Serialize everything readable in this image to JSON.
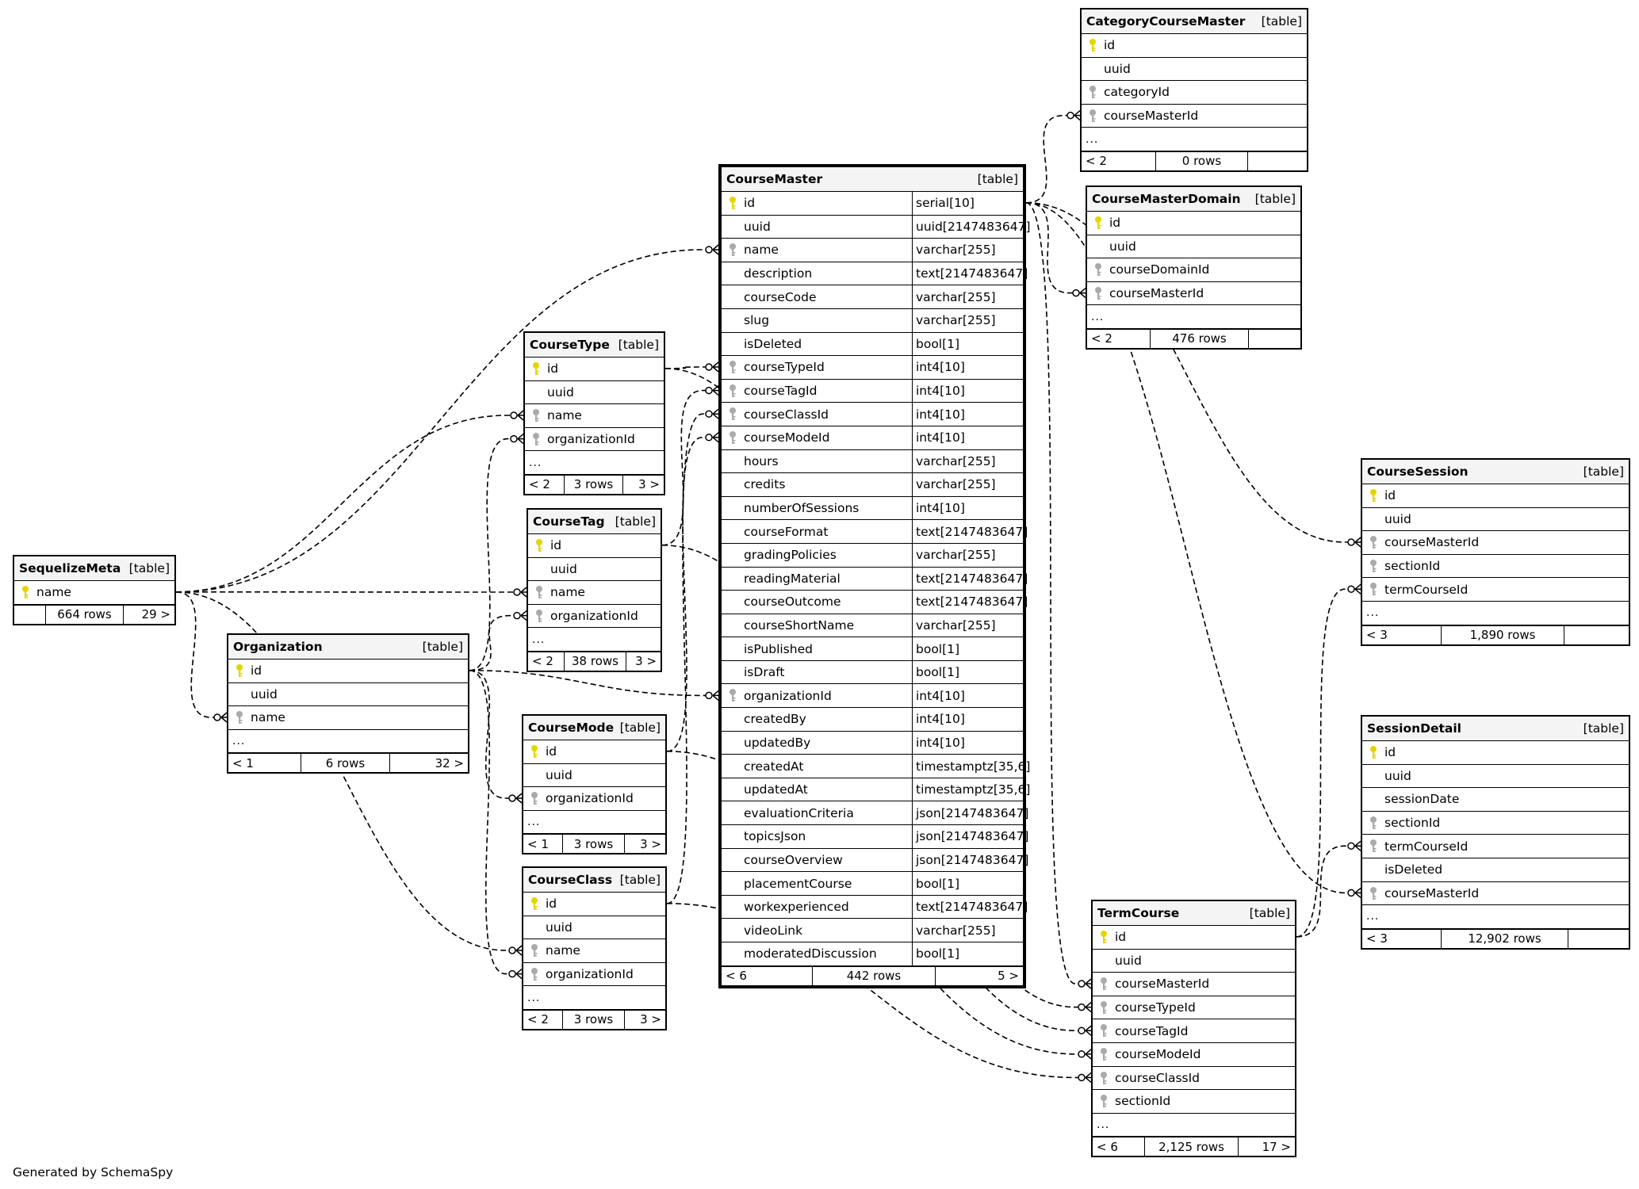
{
  "footer_text": "Generated by SchemaSpy",
  "colors": {
    "primary_key": "#e6d400",
    "foreign_key": "#aaaaaa",
    "header_bg": "#f4f4f4"
  },
  "tables": {
    "CategoryCourseMaster": {
      "name": "CategoryCourseMaster",
      "type": "[table]",
      "columns": [
        {
          "name": "id",
          "key": "pk"
        },
        {
          "name": "uuid",
          "key": ""
        },
        {
          "name": "categoryId",
          "key": "fk"
        },
        {
          "name": "courseMasterId",
          "key": "fk"
        }
      ],
      "more": "...",
      "footer": [
        "< 2",
        "0 rows",
        ""
      ]
    },
    "CourseMasterDomain": {
      "name": "CourseMasterDomain",
      "type": "[table]",
      "columns": [
        {
          "name": "id",
          "key": "pk"
        },
        {
          "name": "uuid",
          "key": ""
        },
        {
          "name": "courseDomainId",
          "key": "fk"
        },
        {
          "name": "courseMasterId",
          "key": "fk"
        }
      ],
      "more": "...",
      "footer": [
        "< 2",
        "476 rows",
        ""
      ]
    },
    "CourseMaster": {
      "name": "CourseMaster",
      "type": "[table]",
      "columns": [
        {
          "name": "id",
          "datatype": "serial[10]",
          "key": "pk"
        },
        {
          "name": "uuid",
          "datatype": "uuid[2147483647]",
          "key": ""
        },
        {
          "name": "name",
          "datatype": "varchar[255]",
          "key": "fk"
        },
        {
          "name": "description",
          "datatype": "text[2147483647]",
          "key": ""
        },
        {
          "name": "courseCode",
          "datatype": "varchar[255]",
          "key": ""
        },
        {
          "name": "slug",
          "datatype": "varchar[255]",
          "key": ""
        },
        {
          "name": "isDeleted",
          "datatype": "bool[1]",
          "key": ""
        },
        {
          "name": "courseTypeId",
          "datatype": "int4[10]",
          "key": "fk"
        },
        {
          "name": "courseTagId",
          "datatype": "int4[10]",
          "key": "fk"
        },
        {
          "name": "courseClassId",
          "datatype": "int4[10]",
          "key": "fk"
        },
        {
          "name": "courseModeId",
          "datatype": "int4[10]",
          "key": "fk"
        },
        {
          "name": "hours",
          "datatype": "varchar[255]",
          "key": ""
        },
        {
          "name": "credits",
          "datatype": "varchar[255]",
          "key": ""
        },
        {
          "name": "numberOfSessions",
          "datatype": "int4[10]",
          "key": ""
        },
        {
          "name": "courseFormat",
          "datatype": "text[2147483647]",
          "key": ""
        },
        {
          "name": "gradingPolicies",
          "datatype": "varchar[255]",
          "key": ""
        },
        {
          "name": "readingMaterial",
          "datatype": "text[2147483647]",
          "key": ""
        },
        {
          "name": "courseOutcome",
          "datatype": "text[2147483647]",
          "key": ""
        },
        {
          "name": "courseShortName",
          "datatype": "varchar[255]",
          "key": ""
        },
        {
          "name": "isPublished",
          "datatype": "bool[1]",
          "key": ""
        },
        {
          "name": "isDraft",
          "datatype": "bool[1]",
          "key": ""
        },
        {
          "name": "organizationId",
          "datatype": "int4[10]",
          "key": "fk"
        },
        {
          "name": "createdBy",
          "datatype": "int4[10]",
          "key": ""
        },
        {
          "name": "updatedBy",
          "datatype": "int4[10]",
          "key": ""
        },
        {
          "name": "createdAt",
          "datatype": "timestamptz[35,6]",
          "key": ""
        },
        {
          "name": "updatedAt",
          "datatype": "timestamptz[35,6]",
          "key": ""
        },
        {
          "name": "evaluationCriteria",
          "datatype": "json[2147483647]",
          "key": ""
        },
        {
          "name": "topicsJson",
          "datatype": "json[2147483647]",
          "key": ""
        },
        {
          "name": "courseOverview",
          "datatype": "json[2147483647]",
          "key": ""
        },
        {
          "name": "placementCourse",
          "datatype": "bool[1]",
          "key": ""
        },
        {
          "name": "workexperienced",
          "datatype": "text[2147483647]",
          "key": ""
        },
        {
          "name": "videoLink",
          "datatype": "varchar[255]",
          "key": ""
        },
        {
          "name": "moderatedDiscussion",
          "datatype": "bool[1]",
          "key": ""
        }
      ],
      "footer": [
        "< 6",
        "442 rows",
        "5 >"
      ]
    },
    "CourseType": {
      "name": "CourseType",
      "type": "[table]",
      "columns": [
        {
          "name": "id",
          "key": "pk"
        },
        {
          "name": "uuid",
          "key": ""
        },
        {
          "name": "name",
          "key": "fk"
        },
        {
          "name": "organizationId",
          "key": "fk"
        }
      ],
      "more": "...",
      "footer": [
        "< 2",
        "3 rows",
        "3 >"
      ]
    },
    "CourseTag": {
      "name": "CourseTag",
      "type": "[table]",
      "columns": [
        {
          "name": "id",
          "key": "pk"
        },
        {
          "name": "uuid",
          "key": ""
        },
        {
          "name": "name",
          "key": "fk"
        },
        {
          "name": "organizationId",
          "key": "fk"
        }
      ],
      "more": "...",
      "footer": [
        "< 2",
        "38 rows",
        "3 >"
      ]
    },
    "SequelizeMeta": {
      "name": "SequelizeMeta",
      "type": "[table]",
      "columns": [
        {
          "name": "name",
          "key": "pk"
        }
      ],
      "footer": [
        "",
        "664 rows",
        "29 >"
      ]
    },
    "Organization": {
      "name": "Organization",
      "type": "[table]",
      "columns": [
        {
          "name": "id",
          "key": "pk"
        },
        {
          "name": "uuid",
          "key": ""
        },
        {
          "name": "name",
          "key": "fk"
        }
      ],
      "more": "...",
      "footer": [
        "< 1",
        "6 rows",
        "32 >"
      ]
    },
    "CourseMode": {
      "name": "CourseMode",
      "type": "[table]",
      "columns": [
        {
          "name": "id",
          "key": "pk"
        },
        {
          "name": "uuid",
          "key": ""
        },
        {
          "name": "organizationId",
          "key": "fk"
        }
      ],
      "more": "...",
      "footer": [
        "< 1",
        "3 rows",
        "3 >"
      ]
    },
    "CourseClass": {
      "name": "CourseClass",
      "type": "[table]",
      "columns": [
        {
          "name": "id",
          "key": "pk"
        },
        {
          "name": "uuid",
          "key": ""
        },
        {
          "name": "name",
          "key": "fk"
        },
        {
          "name": "organizationId",
          "key": "fk"
        }
      ],
      "more": "...",
      "footer": [
        "< 2",
        "3 rows",
        "3 >"
      ]
    },
    "CourseSession": {
      "name": "CourseSession",
      "type": "[table]",
      "columns": [
        {
          "name": "id",
          "key": "pk"
        },
        {
          "name": "uuid",
          "key": ""
        },
        {
          "name": "courseMasterId",
          "key": "fk"
        },
        {
          "name": "sectionId",
          "key": "fk"
        },
        {
          "name": "termCourseId",
          "key": "fk"
        }
      ],
      "more": "...",
      "footer": [
        "< 3",
        "1,890 rows",
        ""
      ]
    },
    "SessionDetail": {
      "name": "SessionDetail",
      "type": "[table]",
      "columns": [
        {
          "name": "id",
          "key": "pk"
        },
        {
          "name": "uuid",
          "key": ""
        },
        {
          "name": "sessionDate",
          "key": ""
        },
        {
          "name": "sectionId",
          "key": "fk"
        },
        {
          "name": "termCourseId",
          "key": "fk"
        },
        {
          "name": "isDeleted",
          "key": ""
        },
        {
          "name": "courseMasterId",
          "key": "fk"
        }
      ],
      "more": "...",
      "footer": [
        "< 3",
        "12,902 rows",
        ""
      ]
    },
    "TermCourse": {
      "name": "TermCourse",
      "type": "[table]",
      "columns": [
        {
          "name": "id",
          "key": "pk"
        },
        {
          "name": "uuid",
          "key": ""
        },
        {
          "name": "courseMasterId",
          "key": "fk"
        },
        {
          "name": "courseTypeId",
          "key": "fk"
        },
        {
          "name": "courseTagId",
          "key": "fk"
        },
        {
          "name": "courseModeId",
          "key": "fk"
        },
        {
          "name": "courseClassId",
          "key": "fk"
        },
        {
          "name": "sectionId",
          "key": "fk"
        }
      ],
      "more": "...",
      "footer": [
        "< 6",
        "2,125 rows",
        "17 >"
      ]
    }
  }
}
